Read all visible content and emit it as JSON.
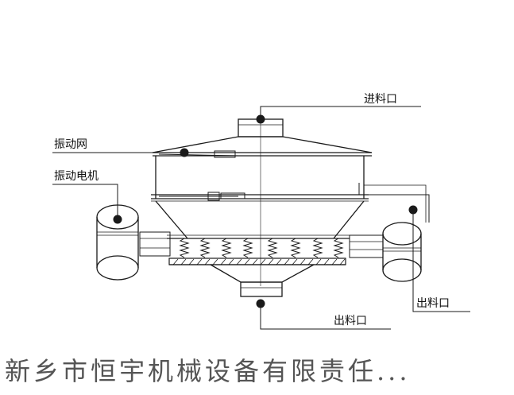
{
  "labels": {
    "inlet": "进料口",
    "screen": "振动网",
    "motor": "振动电机",
    "outlet_side": "出料口",
    "outlet_bottom": "出料口"
  },
  "footer": {
    "company": "新乡市恒宇机械设备有限责任..."
  },
  "colors": {
    "line": "#1a1a1a",
    "footer_text": "#555555",
    "background": "#ffffff"
  }
}
